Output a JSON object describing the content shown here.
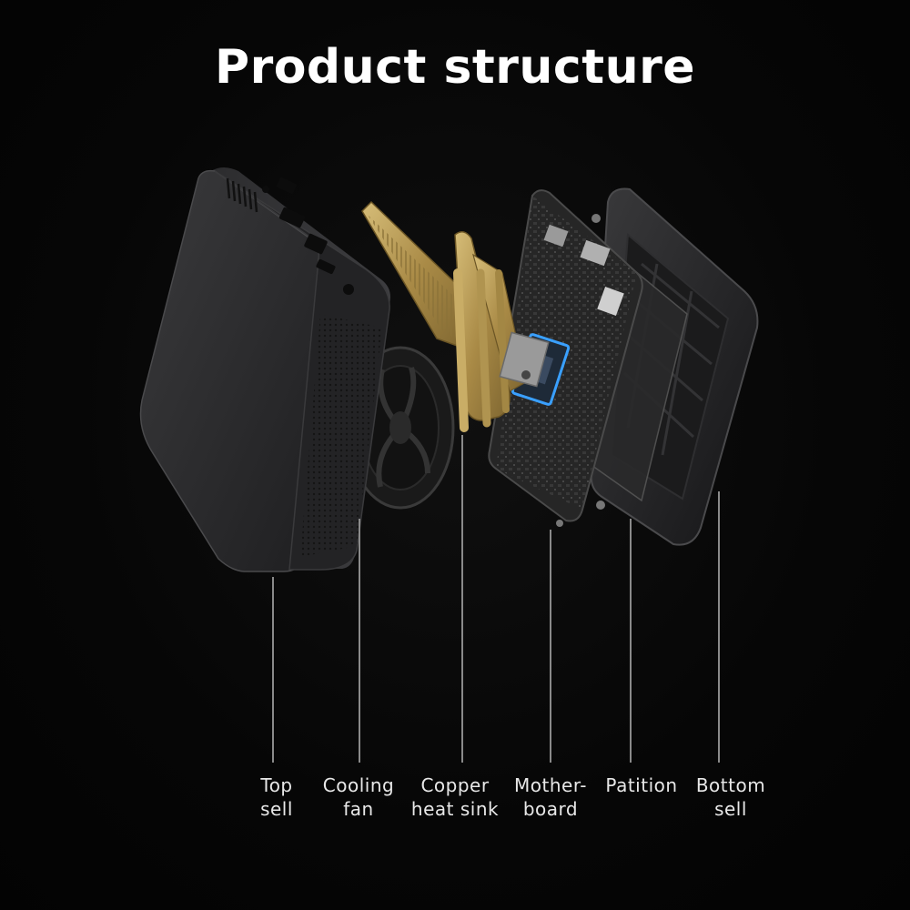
{
  "title": "Product structure",
  "labels": [
    {
      "line1": "Top",
      "line2": "sell"
    },
    {
      "line1": "Cooling",
      "line2": "fan"
    },
    {
      "line1": "Copper",
      "line2": "heat sink"
    },
    {
      "line1": "Mother-",
      "line2": "board"
    },
    {
      "line1": "Patition",
      "line2": ""
    },
    {
      "line1": "Bottom",
      "line2": "sell"
    }
  ],
  "colors": {
    "background": "#050505",
    "shell": "#2b2b2d",
    "copper": "#b89a55",
    "board": "#2a2a2a",
    "accent_blue": "#3aa0ff",
    "leader_line": "#8a8a8a"
  }
}
